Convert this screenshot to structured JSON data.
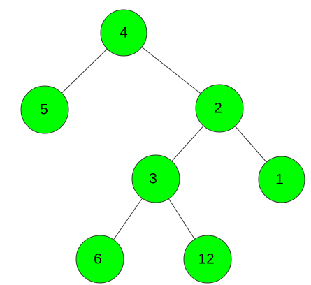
{
  "diagram": {
    "type": "binary-tree",
    "node_fill": "#00ff00",
    "node_stroke": "#333333",
    "edge_color": "#333333",
    "nodes": [
      {
        "id": "n4",
        "label": "4"
      },
      {
        "id": "n5",
        "label": "5"
      },
      {
        "id": "n2",
        "label": "2"
      },
      {
        "id": "n3",
        "label": "3"
      },
      {
        "id": "n1",
        "label": "1"
      },
      {
        "id": "n6",
        "label": "6"
      },
      {
        "id": "n12",
        "label": "12"
      }
    ],
    "edges": [
      {
        "from": "n4",
        "to": "n5"
      },
      {
        "from": "n4",
        "to": "n2"
      },
      {
        "from": "n2",
        "to": "n3"
      },
      {
        "from": "n2",
        "to": "n1"
      },
      {
        "from": "n3",
        "to": "n6"
      },
      {
        "from": "n3",
        "to": "n12"
      }
    ]
  }
}
